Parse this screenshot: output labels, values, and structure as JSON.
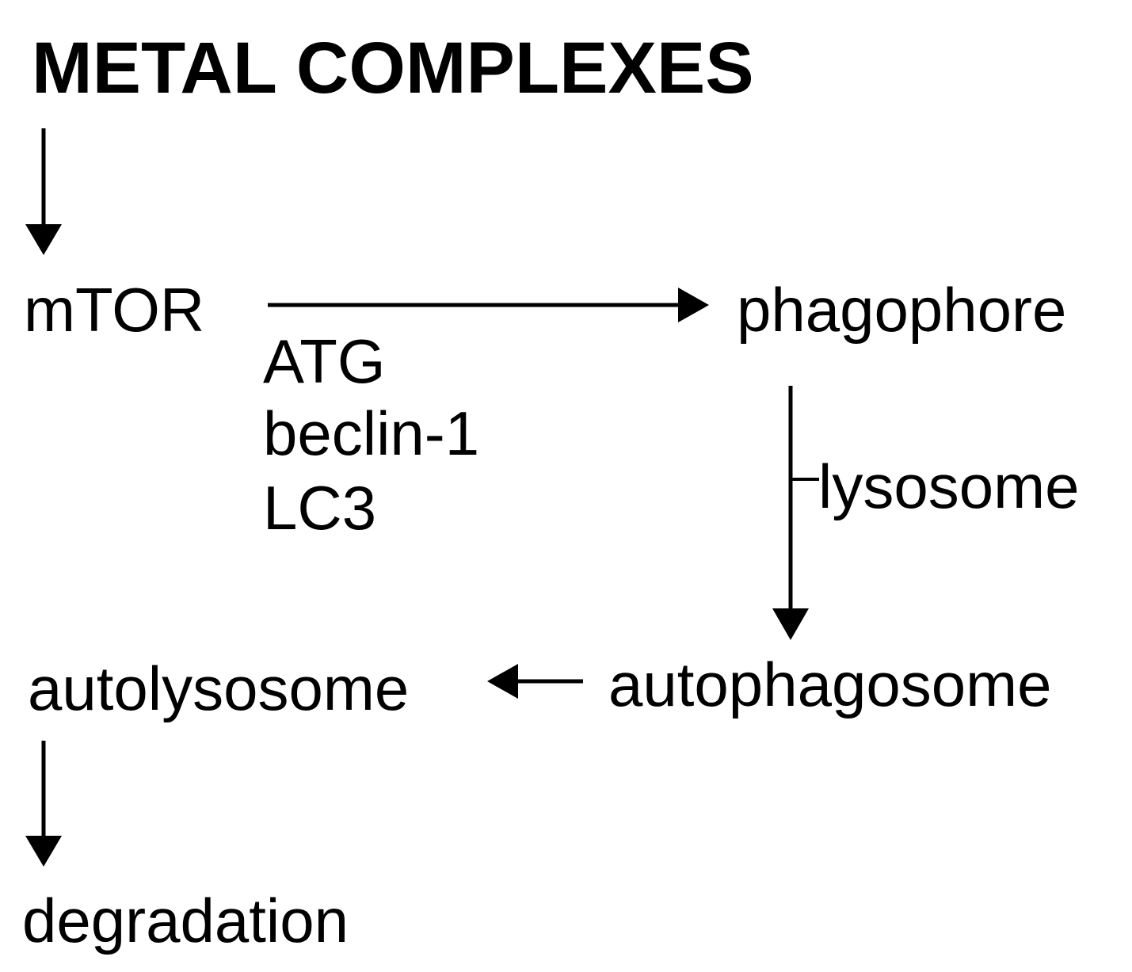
{
  "title": "METAL COMPLEXES",
  "nodes": {
    "mtor": "mTOR",
    "phagophore": "phagophore",
    "autophagosome": "autophagosome",
    "autolysosome": "autolysosome",
    "degradation": "degradation"
  },
  "edge_labels": {
    "mtor_to_phagophore": [
      "ATG",
      "beclin-1",
      "LC3"
    ],
    "phagophore_to_autophagosome": "lysosome"
  },
  "colors": {
    "ink": "#000000",
    "background": "#ffffff"
  }
}
